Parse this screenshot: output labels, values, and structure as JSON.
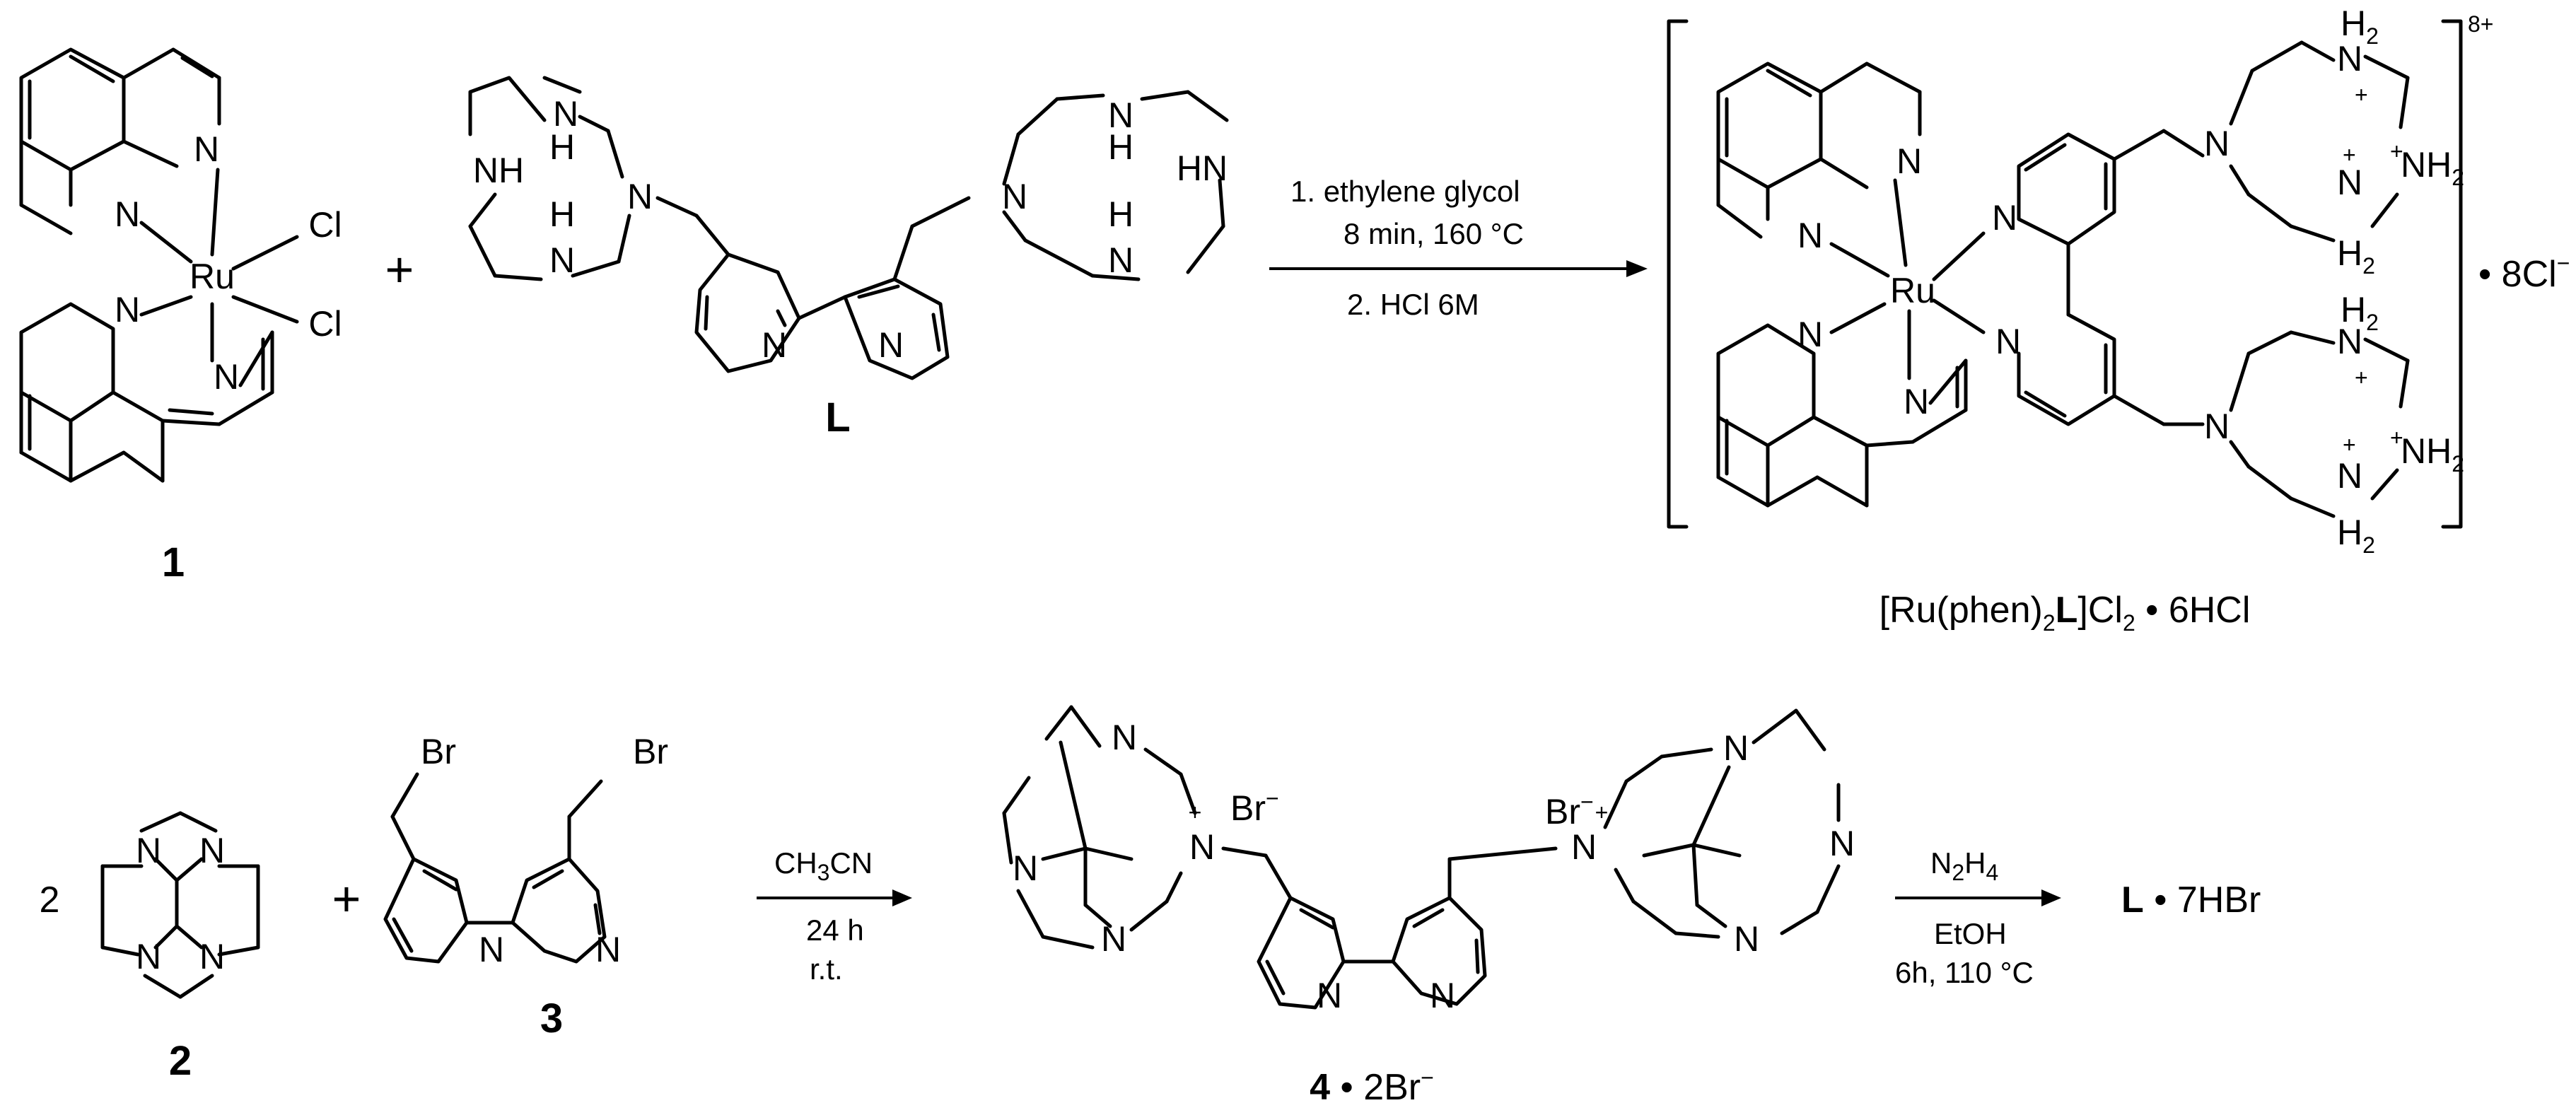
{
  "reaction1": {
    "compound1_label": "1",
    "ligand_label": "L",
    "plus": "+",
    "conditions": [
      "1. ethylene glycol",
      "8 min, 160 °C",
      "2. HCl 6M"
    ],
    "product_charge": "8+",
    "counterion": "• 8Cl",
    "counterion_charge": "−",
    "product_name": {
      "prefix": "[Ru(phen)",
      "sub1": "2",
      "ligand": "L",
      "mid": "]Cl",
      "sub2": "2",
      "suffix": " • 6HCl"
    }
  },
  "reaction2": {
    "stoich": "2",
    "compound2_label": "2",
    "compound3_label": "3",
    "plus": "+",
    "conditions1": {
      "solvent_prefix": "CH",
      "solvent_sub1": "3",
      "solvent_suffix": "CN",
      "time": "24 h",
      "temp": "r.t."
    },
    "intermediate": {
      "number": "4",
      "suffix": " • 2Br",
      "charge": "−"
    },
    "conditions2": {
      "reagent_prefix": "N",
      "reagent_sub1": "2",
      "reagent_mid": "H",
      "reagent_sub2": "4",
      "solvent": "EtOH",
      "time_temp": "6h, 110 °C"
    },
    "product": {
      "ligand": "L",
      "suffix": " • 7HBr"
    }
  },
  "atoms": {
    "ru": "Ru",
    "cl": "Cl",
    "n": "N",
    "nh": "NH",
    "hn": "HN",
    "h": "H",
    "h2": "H",
    "h2_sub": "2",
    "nh2": "NH",
    "br": "Br",
    "br_minus": "−",
    "plus_charge": "+"
  }
}
